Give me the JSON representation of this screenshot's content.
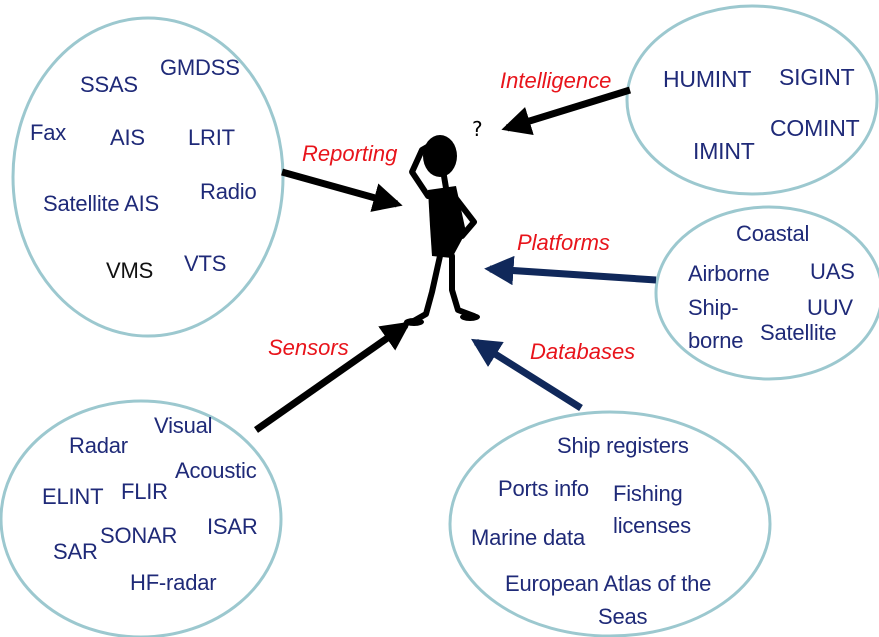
{
  "colors": {
    "ellipse_stroke": "#9cc8cf",
    "term_text": "#1f2a78",
    "label_text": "#e8141b",
    "arrow_black": "#000000",
    "arrow_navy": "#10285a"
  },
  "figure": "person-scratching-head-with-question-mark",
  "groups": {
    "reporting": {
      "label": "Reporting",
      "terms": [
        "SSAS",
        "GMDSS",
        "Fax",
        "AIS",
        "LRIT",
        "Satellite AIS",
        "Radio",
        "VMS",
        "VTS"
      ]
    },
    "intelligence": {
      "label": "Intelligence",
      "terms": [
        "HUMINT",
        "SIGINT",
        "IMINT",
        "COMINT"
      ]
    },
    "platforms": {
      "label": "Platforms",
      "terms": [
        "Coastal",
        "Airborne",
        "UAS",
        "Ship-",
        "borne",
        "UUV",
        "Satellite"
      ]
    },
    "sensors": {
      "label": "Sensors",
      "terms": [
        "Visual",
        "Radar",
        "Acoustic",
        "ELINT",
        "FLIR",
        "SONAR",
        "ISAR",
        "SAR",
        "HF-radar"
      ]
    },
    "databases": {
      "label": "Databases",
      "terms": [
        "Ship registers",
        "Ports info",
        "Fishing",
        "licenses",
        "Marine data",
        "European Atlas of the",
        "Seas"
      ]
    }
  }
}
